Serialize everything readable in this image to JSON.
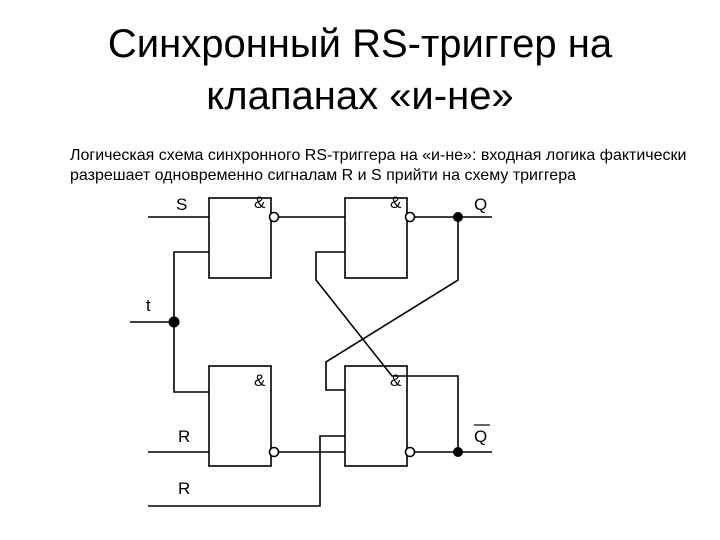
{
  "title_line1": "Синхронный RS-триггер на",
  "title_line2": "клапанах «и-не»",
  "description": "Логическая схема синхронного RS-триггера на «и-не»: входная логика фактически разрешает одновременно сигналам R и S прийти на схему триггера",
  "diagram": {
    "gate_symbol": "&",
    "input_s": "S",
    "input_t": "t",
    "input_r": "R",
    "input_r2": "R",
    "output_q": "Q",
    "output_q_bar": "Q"
  }
}
